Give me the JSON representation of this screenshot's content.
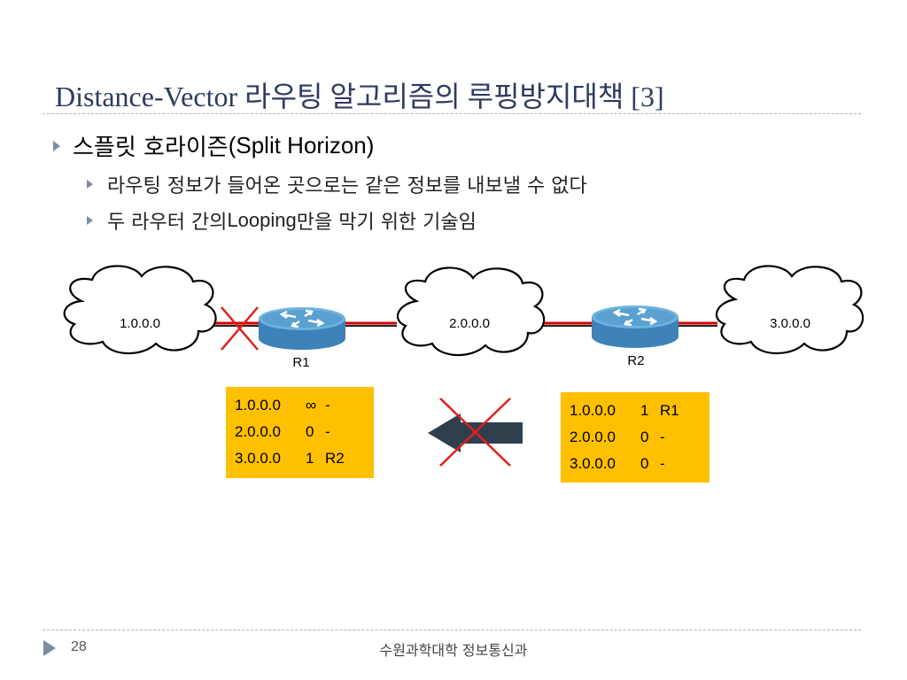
{
  "title": "Distance-Vector 라우팅 알고리즘의 루핑방지대책 [3]",
  "bullets": {
    "main_ko": "스플릿 호라이즌",
    "main_en": "(Split Horizon)",
    "sub1": "라우팅 정보가 들어온 곳으로는 같은 정보를 내보낼 수 없다",
    "sub2_pre": "두 라우터 간의 ",
    "sub2_en": "Looping",
    "sub2_post": "만을 막기 위한 기술임"
  },
  "diagram": {
    "networks": [
      "1.0.0.0",
      "2.0.0.0",
      "3.0.0.0"
    ],
    "routers": [
      "R1",
      "R2"
    ],
    "colors": {
      "link_red": "#cc0000",
      "cross": "#e0201e",
      "router_top": "#5aa0d0",
      "router_side": "#3d82b8",
      "arrow": "#2f3f4e",
      "table_bg": "#ffc000"
    }
  },
  "tables": {
    "r1": [
      [
        "1.0.0.0",
        "∞",
        "-"
      ],
      [
        "2.0.0.0",
        "0",
        "-"
      ],
      [
        "3.0.0.0",
        "1",
        "R2"
      ]
    ],
    "r2": [
      [
        "1.0.0.0",
        "1",
        "R1"
      ],
      [
        "2.0.0.0",
        "0",
        "-"
      ],
      [
        "3.0.0.0",
        "0",
        "-"
      ]
    ]
  },
  "footer": {
    "page": "28",
    "text": "수원과학대학 정보통신과"
  }
}
